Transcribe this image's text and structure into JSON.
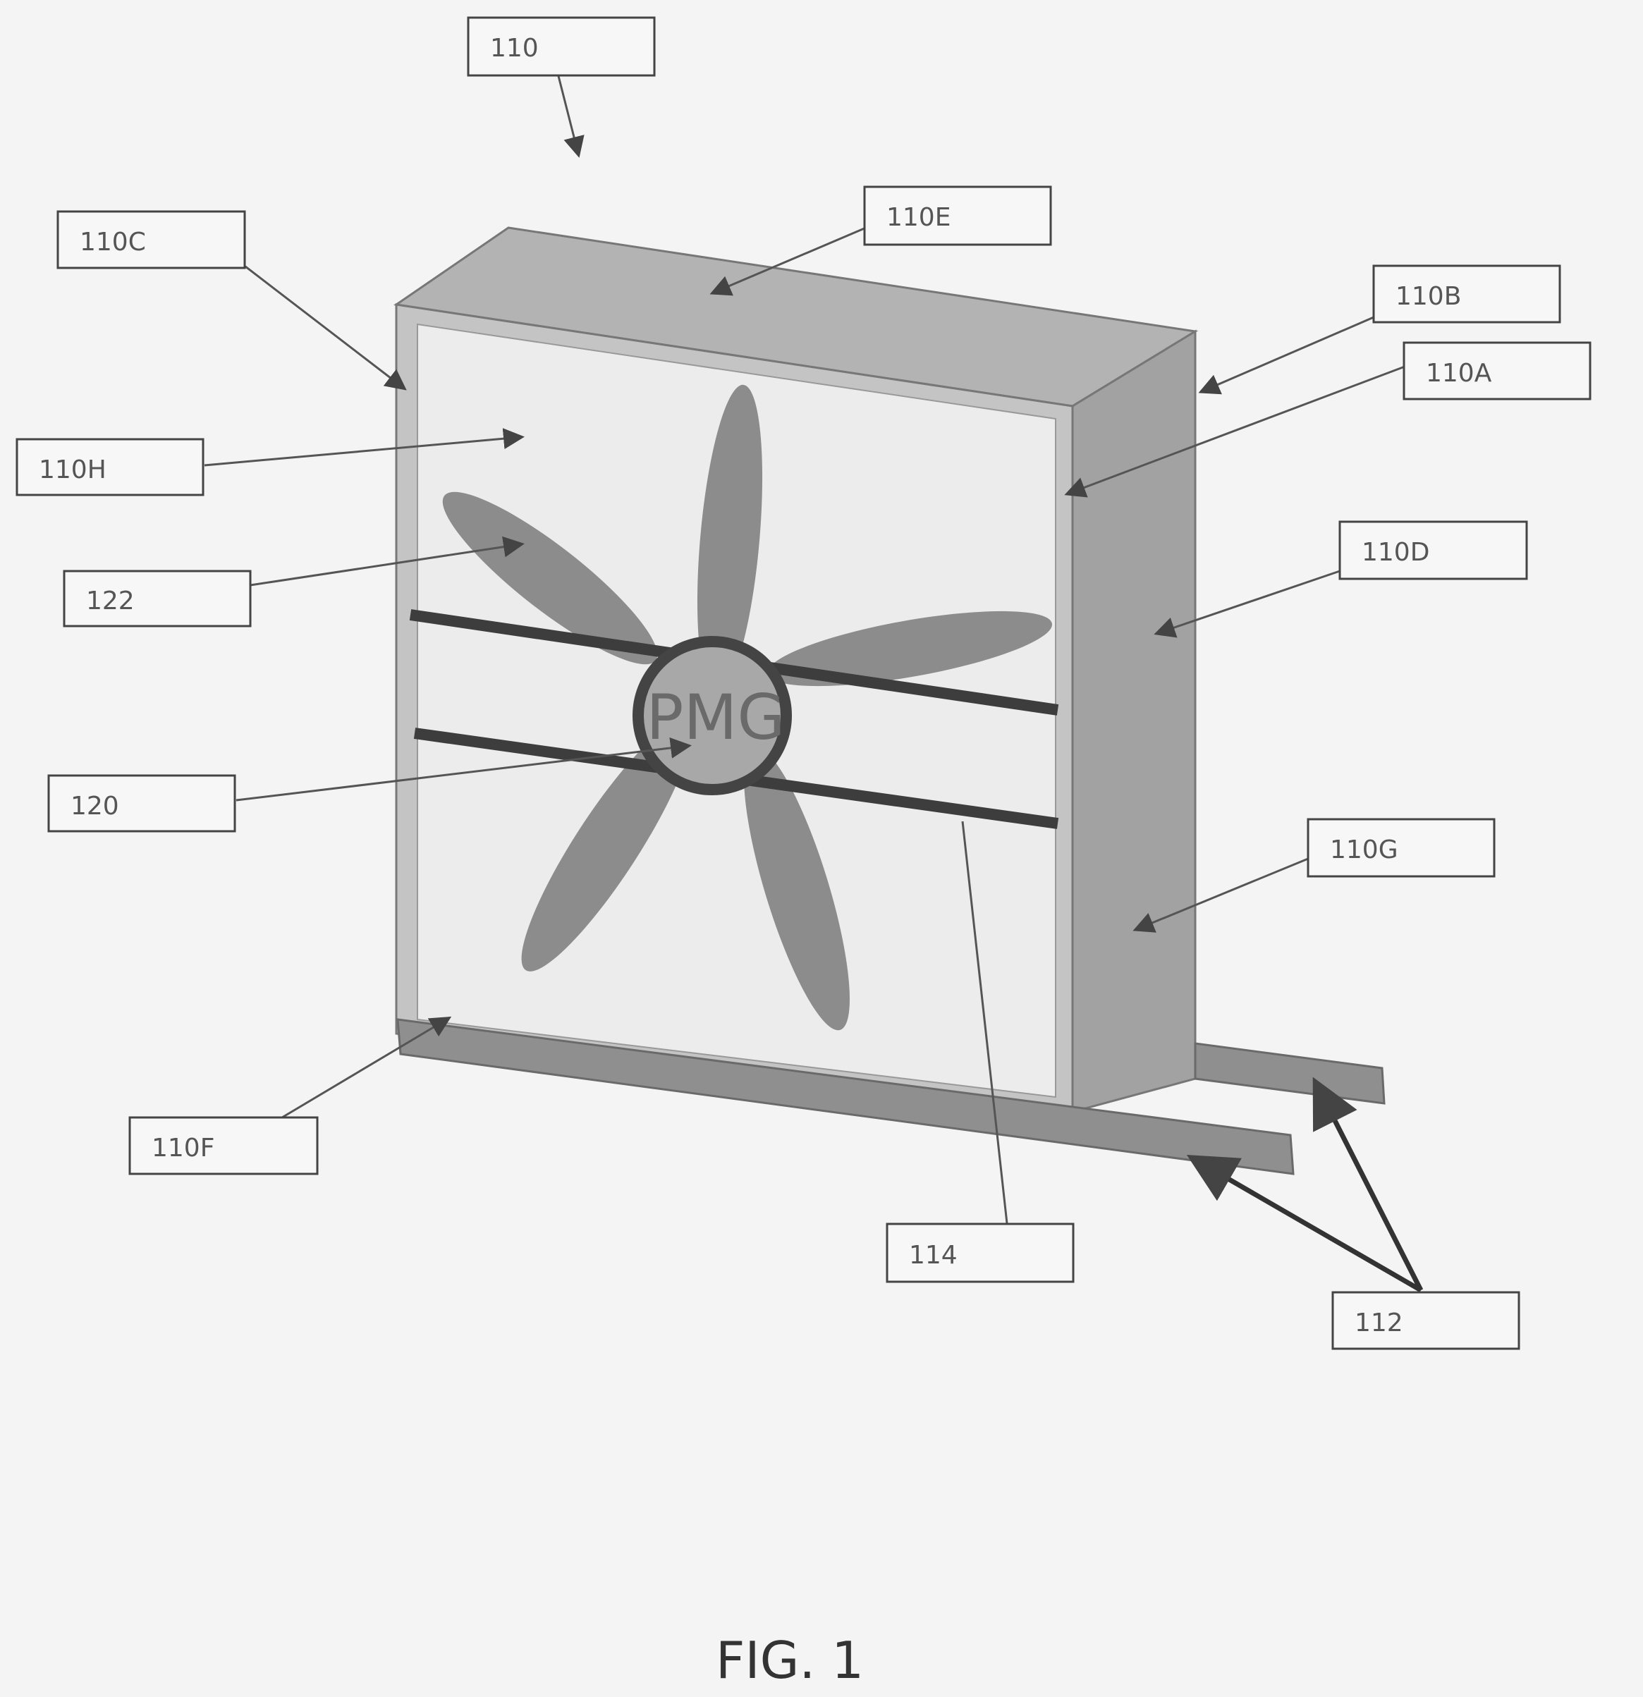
{
  "figure": {
    "caption": "FIG. 1",
    "hub_text": "PMG"
  },
  "labels": {
    "l110": "110",
    "l110E": "110E",
    "l110C": "110C",
    "l110B": "110B",
    "l110A": "110A",
    "l110H": "110H",
    "l110D": "110D",
    "l122": "122",
    "l120": "120",
    "l110G": "110G",
    "l110F": "110F",
    "l114": "114",
    "l112": "112"
  },
  "colors": {
    "housing_top": "#b3b3b3",
    "housing_side": "#a0a0a0",
    "front_panel": "#ececec",
    "blade": "#8c8c8c",
    "bar": "#3d3d3d",
    "rail": "#8f8f8f"
  }
}
